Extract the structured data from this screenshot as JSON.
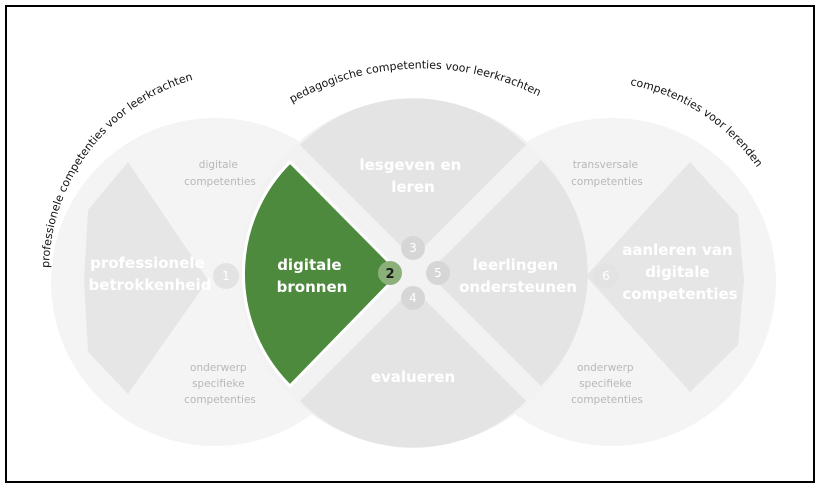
{
  "arc_labels": {
    "left": "professionele competenties voor leerkrachten",
    "middle": "pedagogische competenties voor leerkrachten",
    "right": "competenties voor lerenden"
  },
  "left_circle": {
    "top_lines": [
      "digitale",
      "competenties"
    ],
    "main_lines": [
      "professionele",
      "betrokkenheid"
    ],
    "number": "1",
    "bottom_lines": [
      "onderwerp",
      "specifieke",
      "competenties"
    ]
  },
  "middle_circle": {
    "top_lines": [
      "lesgeven en",
      "leren"
    ],
    "left_lines": [
      "digitale",
      "bronnen"
    ],
    "right_lines": [
      "leerlingen",
      "ondersteunen"
    ],
    "bottom_lines": [
      "evalueren"
    ],
    "numbers": {
      "left": "2",
      "top": "3",
      "right": "5",
      "bottom": "4"
    }
  },
  "right_circle": {
    "top_lines": [
      "transversale",
      "competenties"
    ],
    "main_lines": [
      "aanleren van",
      "digitale",
      "competenties"
    ],
    "number": "6",
    "bottom_lines": [
      "onderwerp",
      "specifieke",
      "competenties"
    ]
  },
  "colors": {
    "active": "#4e8a3d",
    "active_center": "#8bb07a",
    "circle": "#f4f4f4",
    "sector": "#e4e4e4",
    "side_sector": "#e6e6e6"
  }
}
